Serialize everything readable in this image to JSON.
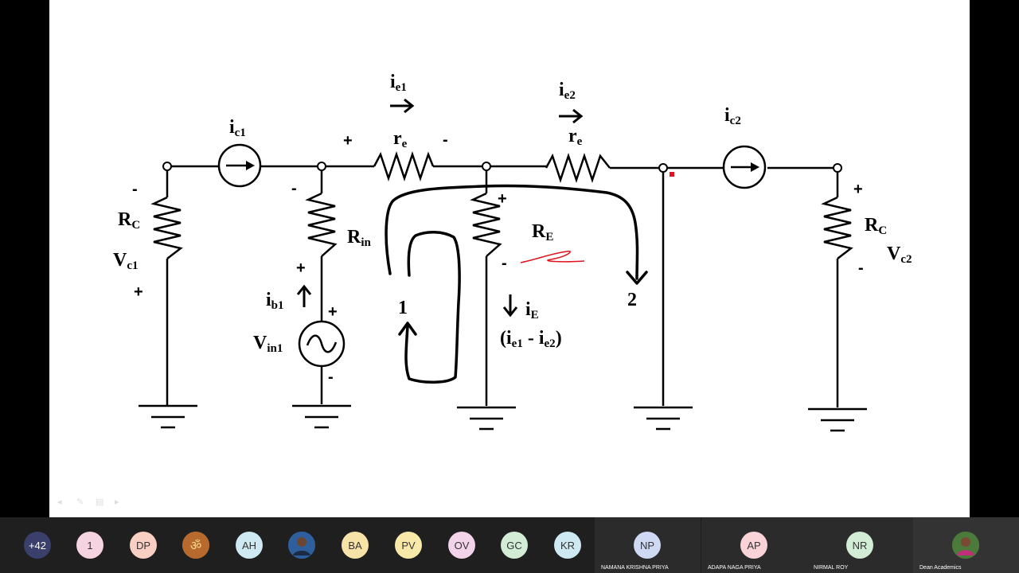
{
  "slide": {
    "labels": {
      "rc_left": "R",
      "rc_left_sub": "C",
      "vc1": "V",
      "vc1_sub": "c1",
      "ic1": "i",
      "ic1_sub": "c1",
      "rin": "R",
      "rin_sub": "in",
      "ib1": "i",
      "ib1_sub": "b1",
      "vin1": "V",
      "vin1_sub": "in1",
      "ie1": "i",
      "ie1_sub": "e1",
      "re1": "r",
      "re1_sub": "e",
      "ie2": "i",
      "ie2_sub": "e2",
      "re2": "r",
      "re2_sub": "e",
      "RE": "R",
      "RE_sub": "E",
      "iE": "i",
      "iE_sub": "E",
      "ie_expr": "(i",
      "ie_expr_sub1": "e1",
      "ie_expr_mid": " - i",
      "ie_expr_sub2": "e2",
      "ie_expr_end": ")",
      "ic2": "i",
      "ic2_sub": "c2",
      "rc_right": "R",
      "rc_right_sub": "C",
      "vc2": "V",
      "vc2_sub": "c2",
      "loop1": "1",
      "loop2": "2"
    },
    "signs": {
      "plus": "+",
      "minus": "-"
    }
  },
  "participants": {
    "more_count": "+42",
    "avatars": [
      {
        "initials": "1",
        "color": "#f6d3e0"
      },
      {
        "initials": "DP",
        "color": "#f9cfc4"
      },
      {
        "initials": "",
        "color": "#b86a2e"
      },
      {
        "initials": "AH",
        "color": "#cfe9f2"
      },
      {
        "initials": "",
        "color": "#2f5e9c"
      },
      {
        "initials": "BA",
        "color": "#f7e3a7"
      },
      {
        "initials": "PV",
        "color": "#f8e9a9"
      },
      {
        "initials": "OV",
        "color": "#f3d3e9"
      },
      {
        "initials": "GC",
        "color": "#d2ecd6"
      },
      {
        "initials": "KR",
        "color": "#cfe9f2"
      }
    ],
    "tiles": [
      {
        "initials": "NP",
        "name": "NAMANA KRISHNA PRIYA",
        "color": "#cfd9f4"
      },
      {
        "initials": "AP",
        "name": "ADAPA NAGA PRIYA",
        "color": "#f9d3d8"
      },
      {
        "initials": "NR",
        "name": "NIRMAL ROY",
        "color": "#d2ecd6"
      },
      {
        "initials": "",
        "name": "Dean Academics",
        "color": "#4b7a3a"
      }
    ]
  },
  "colors": {
    "annotation_red": "#e0141e",
    "meeting_bar": "#1f1f1f",
    "more_badge": "#3a3f6b"
  }
}
